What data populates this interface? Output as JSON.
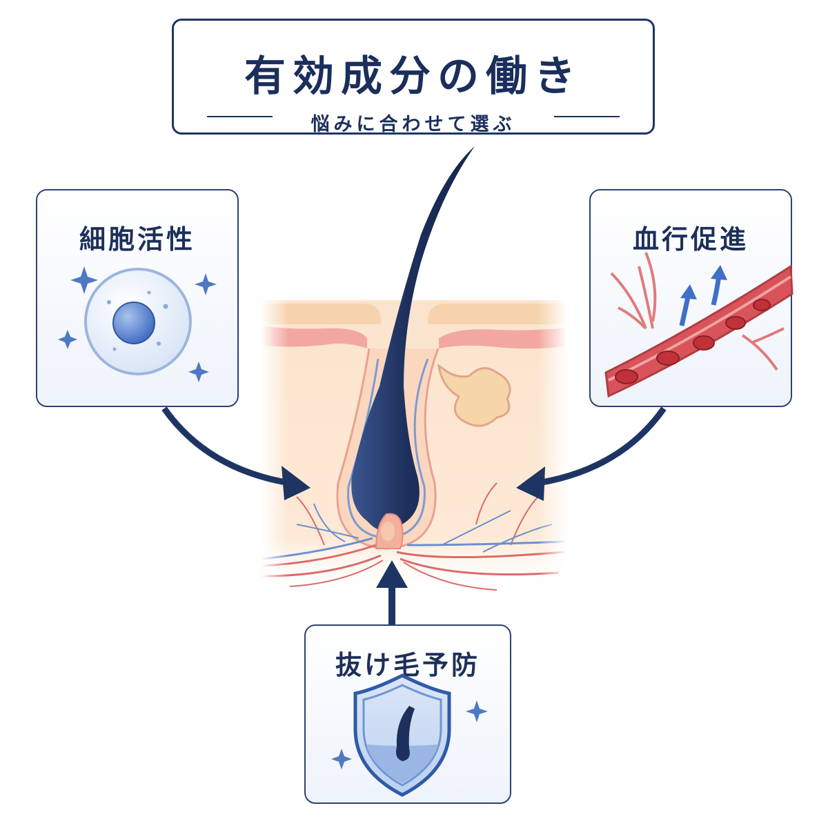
{
  "header": {
    "title": "有効成分の働き",
    "subtitle": "悩みに合わせて選ぶ"
  },
  "cards": {
    "cell_activation": {
      "label": "細胞活性"
    },
    "blood_circulation": {
      "label": "血行促進"
    },
    "hair_loss_prevention": {
      "label": "抜け毛予防"
    }
  },
  "colors": {
    "navy": "#1e3563",
    "skin": "#fbe3cc",
    "vessel_red": "#d8545a",
    "vessel_blue": "#5f86c6"
  }
}
